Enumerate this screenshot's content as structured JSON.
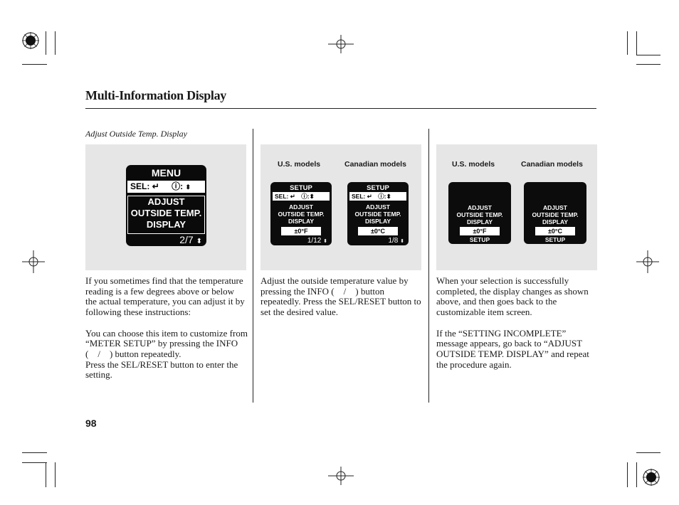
{
  "header": {
    "title": "Multi-Information Display"
  },
  "caption": "Adjust Outside Temp. Display",
  "page_number": "98",
  "panel1": {
    "menu_label": "MENU",
    "sel_label": "SEL:",
    "line1": "ADJUST",
    "line2": "OUTSIDE TEMP.",
    "line3": "DISPLAY",
    "page_indicator": "2/7"
  },
  "panel2": {
    "us_label": "U.S. models",
    "ca_label": "Canadian models",
    "us": {
      "header": "SETUP",
      "sel": "SEL:",
      "line1": "ADJUST",
      "line2": "OUTSIDE TEMP.",
      "line3": "DISPLAY",
      "value": "±0°F",
      "page": "1/12"
    },
    "ca": {
      "header": "SETUP",
      "sel": "SEL:",
      "line1": "ADJUST",
      "line2": "OUTSIDE TEMP.",
      "line3": "DISPLAY",
      "value": "±0°C",
      "page": "1/8"
    }
  },
  "panel3": {
    "us_label": "U.S. models",
    "ca_label": "Canadian models",
    "us": {
      "line1": "ADJUST",
      "line2": "OUTSIDE TEMP.",
      "line3": "DISPLAY",
      "value": "±0°F",
      "footer": "SETUP"
    },
    "ca": {
      "line1": "ADJUST",
      "line2": "OUTSIDE TEMP.",
      "line3": "DISPLAY",
      "value": "±0°C",
      "footer": "SETUP"
    }
  },
  "col1_text": {
    "p1": "If you sometimes find that the temperature reading is a few degrees above or below the actual temperature, you can adjust it by following these instructions:",
    "p2a": "You can choose this item to customize from “METER SETUP” by pressing the INFO ( / ) button repeatedly.",
    "p2b": "Press the SEL/RESET button to enter the setting."
  },
  "col2_text": {
    "p1": "Adjust the outside temperature value by pressing the INFO ( / ) button repeatedly. Press the SEL/RESET button to set the desired value."
  },
  "col3_text": {
    "p1": "When your selection is successfully completed, the display changes as shown above, and then goes back to the customizable item screen.",
    "p2": "If the “SETTING INCOMPLETE” message appears, go back to “ADJUST OUTSIDE TEMP. DISPLAY” and repeat the procedure again."
  },
  "icons": [
    "registration-mark-icon",
    "sunburst-register-icon",
    "enter-arrow-icon",
    "info-icon",
    "up-down-arrows-icon"
  ]
}
